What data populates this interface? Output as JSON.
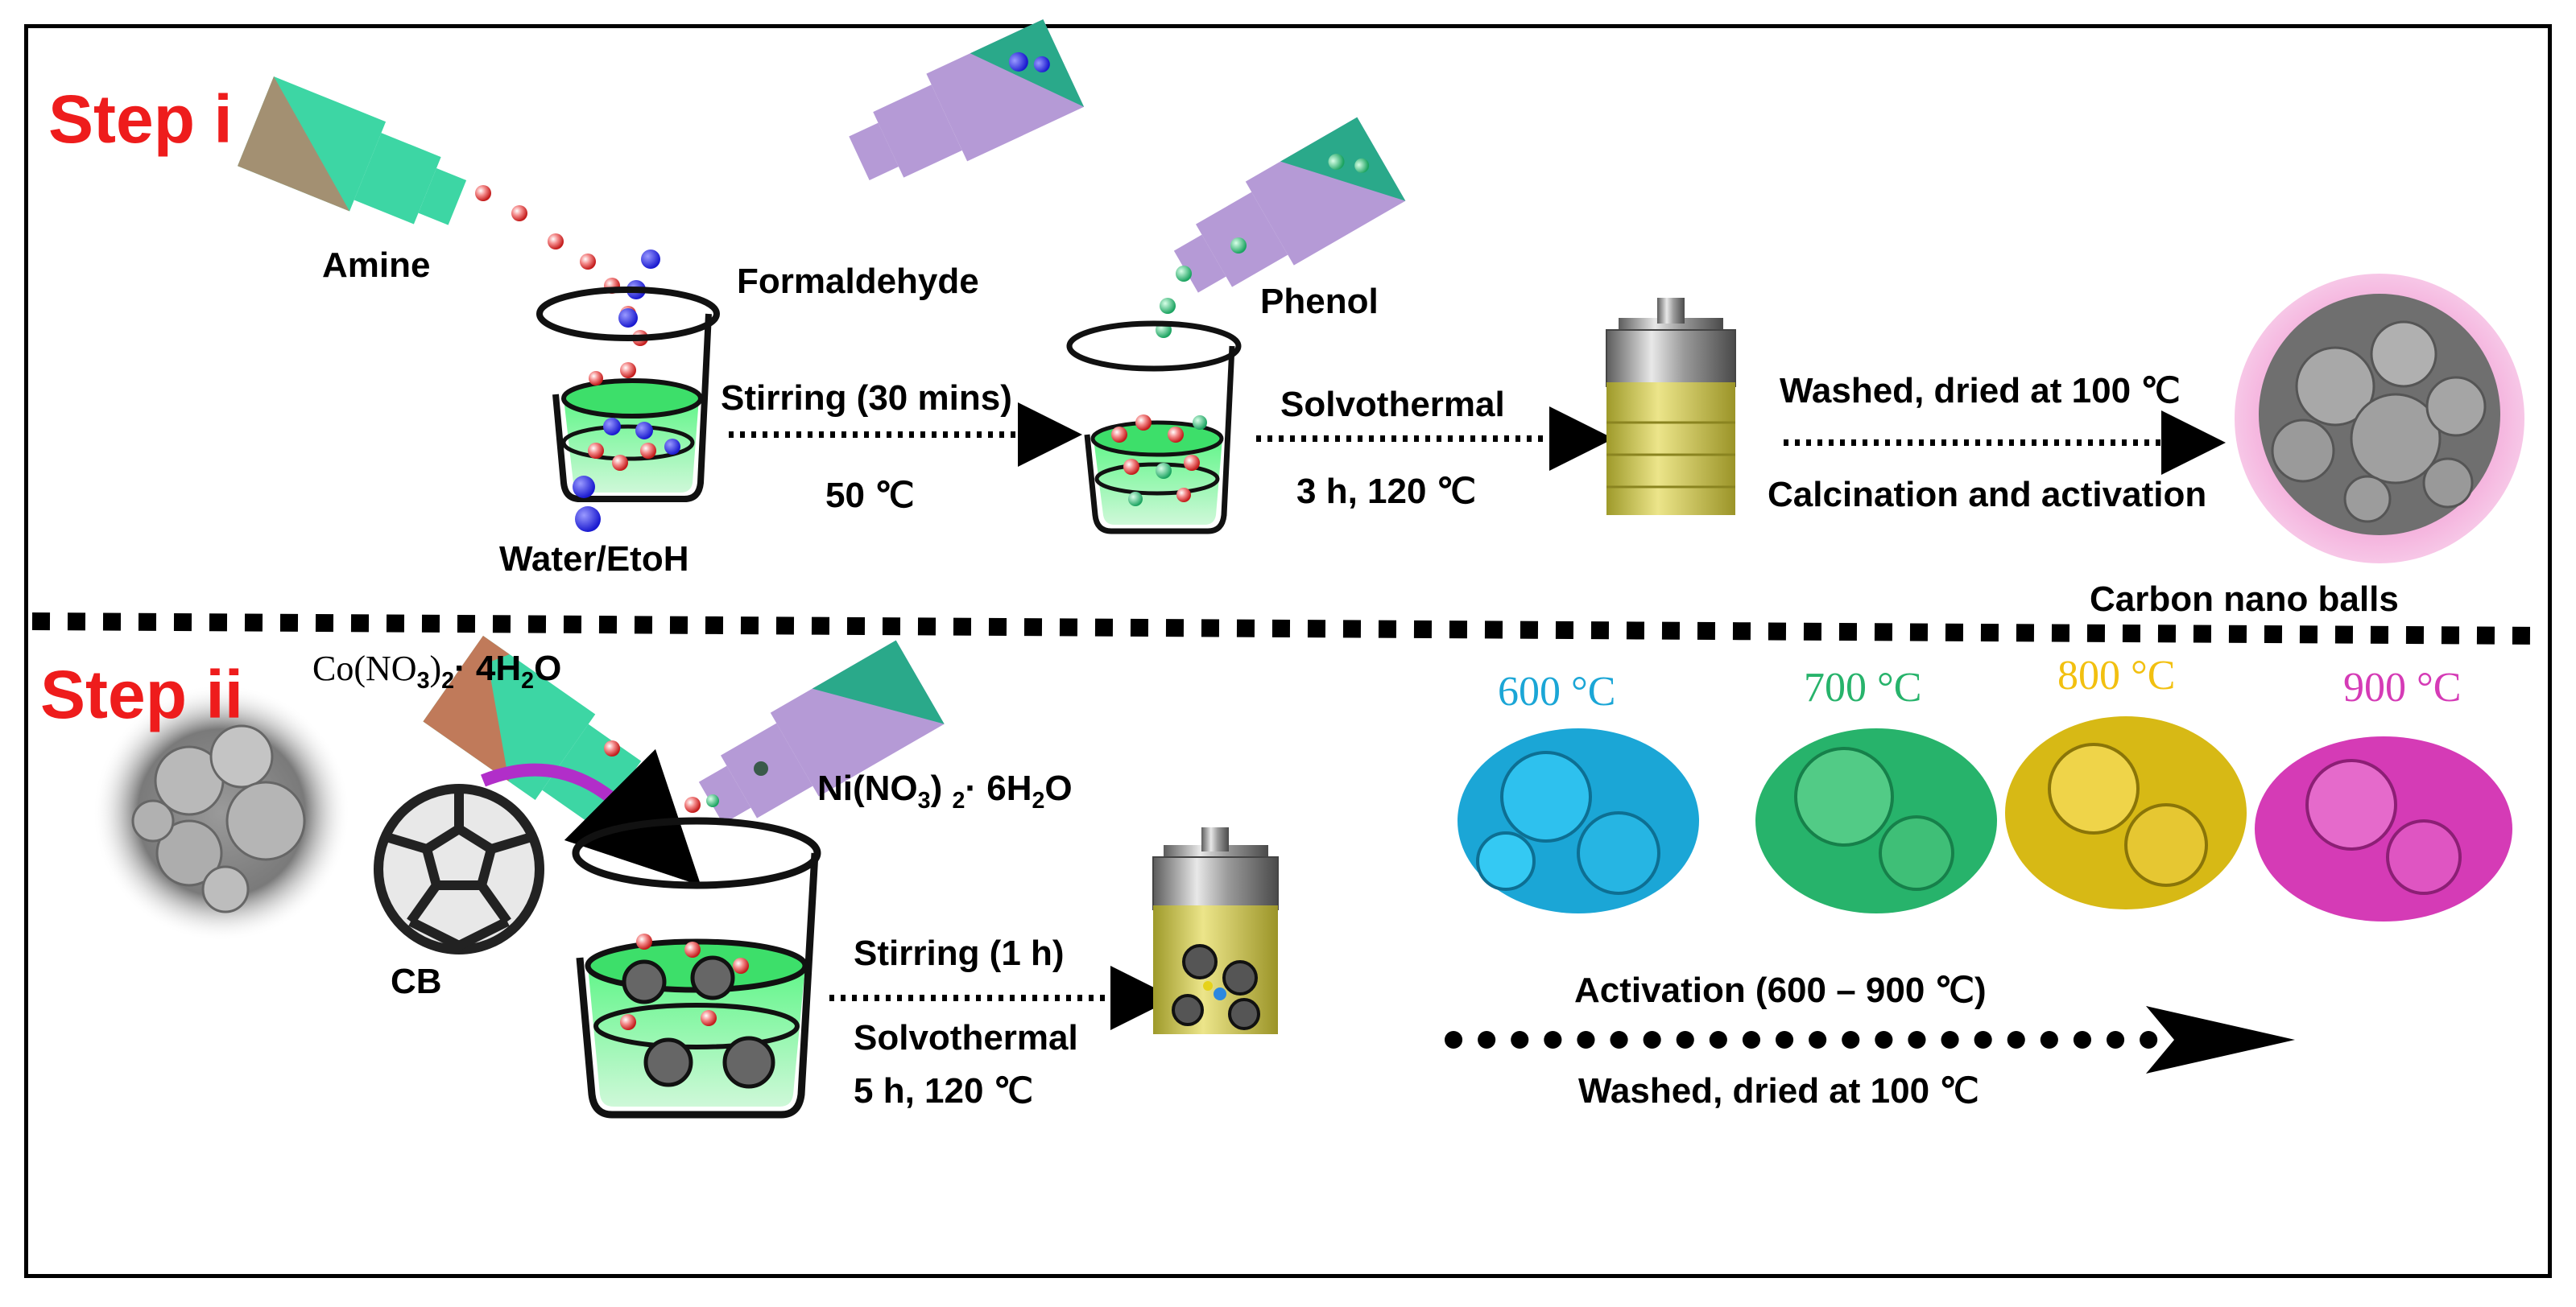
{
  "step1": {
    "title": "Step i",
    "amine": "Amine",
    "formaldehyde": "Formaldehyde",
    "solvent": "Water/EtoH",
    "phenol": "Phenol",
    "arrow1_top": "Stirring (30 mins)",
    "arrow1_bottom": "50 ℃",
    "arrow2_top": "Solvothermal",
    "arrow2_bottom": "3 h, 120 ℃",
    "arrow3_top": "Washed, dried at 100 ℃",
    "arrow3_bottom": "Calcination and activation",
    "product": "Carbon nano balls"
  },
  "step2": {
    "title": "Step ii",
    "cobalt_main": "Co(NO",
    "cobalt_sub3": "3",
    "cobalt_close": ")",
    "cobalt_sub2": "2",
    "cobalt_dot": "·  4H",
    "cobalt_sub_h2": "2",
    "cobalt_end": "O",
    "nickel_main": "Ni(NO",
    "nickel_sub3": "3",
    "nickel_close": ") ",
    "nickel_sub2": "2",
    "nickel_dot": "·  6H",
    "nickel_sub_h2": "2",
    "nickel_end": "O",
    "cb": "CB",
    "arrow1_top": "Stirring (1 h)",
    "arrow1_mid": "Solvothermal",
    "arrow1_bottom": "5 h, 120 ℃",
    "arrow2_top": "Activation (600 – 900 ℃)",
    "arrow2_bottom": "Washed, dried at 100 ℃",
    "temps": [
      {
        "label": "600 °C",
        "color": "#1ba6d6"
      },
      {
        "label": "700 °C",
        "color": "#27b36b"
      },
      {
        "label": "800 °C",
        "color": "#f2c010"
      },
      {
        "label": "900 °C",
        "color": "#d53bb6"
      }
    ]
  },
  "colors": {
    "step_red": "#ee1c1c",
    "bottle_green": "#3dd6a4",
    "bottle_purple": "#b59ad6",
    "cobalt_brown": "#c07a5a",
    "solution_green": "#39e36a",
    "autoclave_yellow": "#d8cf45",
    "carbon_ball_pink": "#f3a8d8"
  }
}
